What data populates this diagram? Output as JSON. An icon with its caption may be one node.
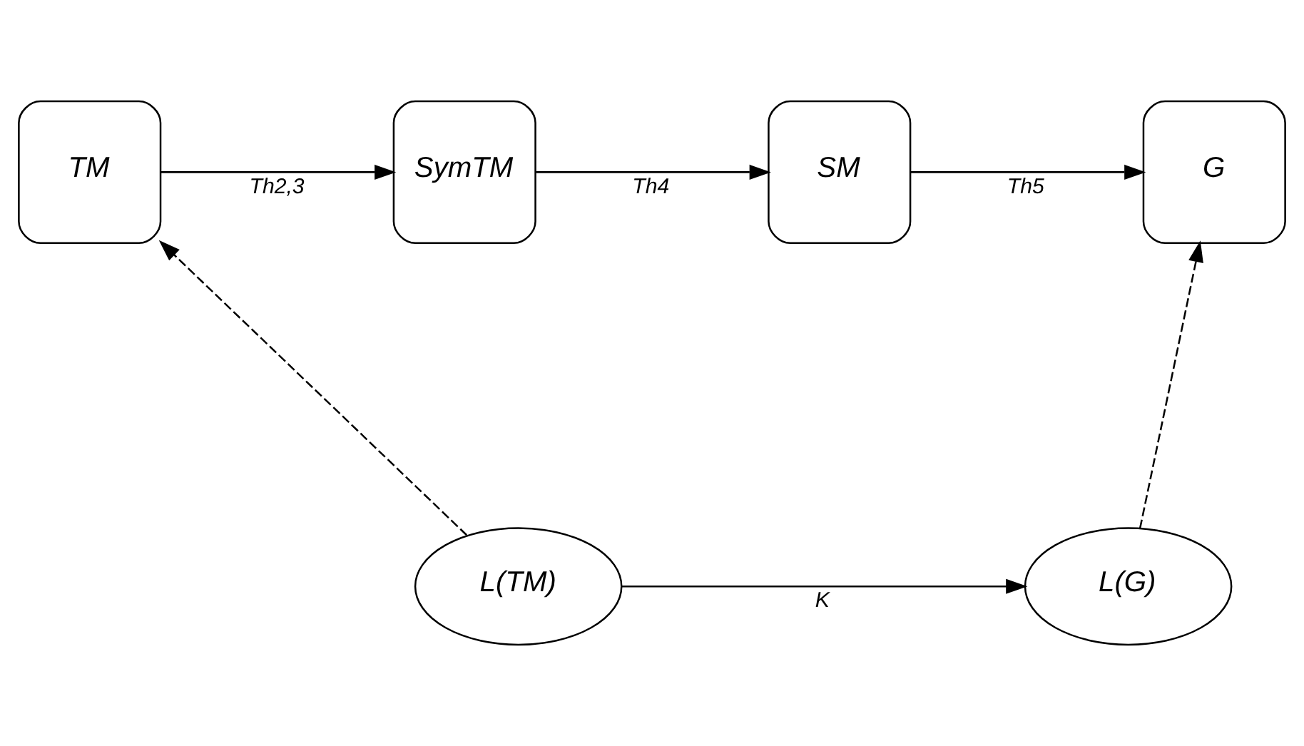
{
  "diagram": {
    "nodes": [
      {
        "text": [
          "TM"
        ]
      },
      {
        "text": [
          "SymTM"
        ]
      },
      {
        "text": [
          "SM"
        ]
      },
      {
        "text": [
          "G"
        ]
      },
      {
        "text": [
          "L(TM)"
        ]
      },
      {
        "text": [
          "L(G)"
        ]
      }
    ],
    "edges": [
      {
        "from": 0,
        "to": 1,
        "arrow": "to",
        "label": "Th2,3"
      },
      {
        "from": 1,
        "to": 2,
        "arrow": "to",
        "label": "Th4"
      },
      {
        "from": 2,
        "to": 3,
        "arrow": "to",
        "label": "Th5"
      },
      {
        "from": 4,
        "to": 0,
        "arrow": "to",
        "style": "dashed"
      },
      {
        "from": 5,
        "to": 3,
        "arrow": "to",
        "style": "dashed"
      },
      {
        "from": 4,
        "to": 5,
        "arrow": "to",
        "label": "K"
      }
    ]
  }
}
